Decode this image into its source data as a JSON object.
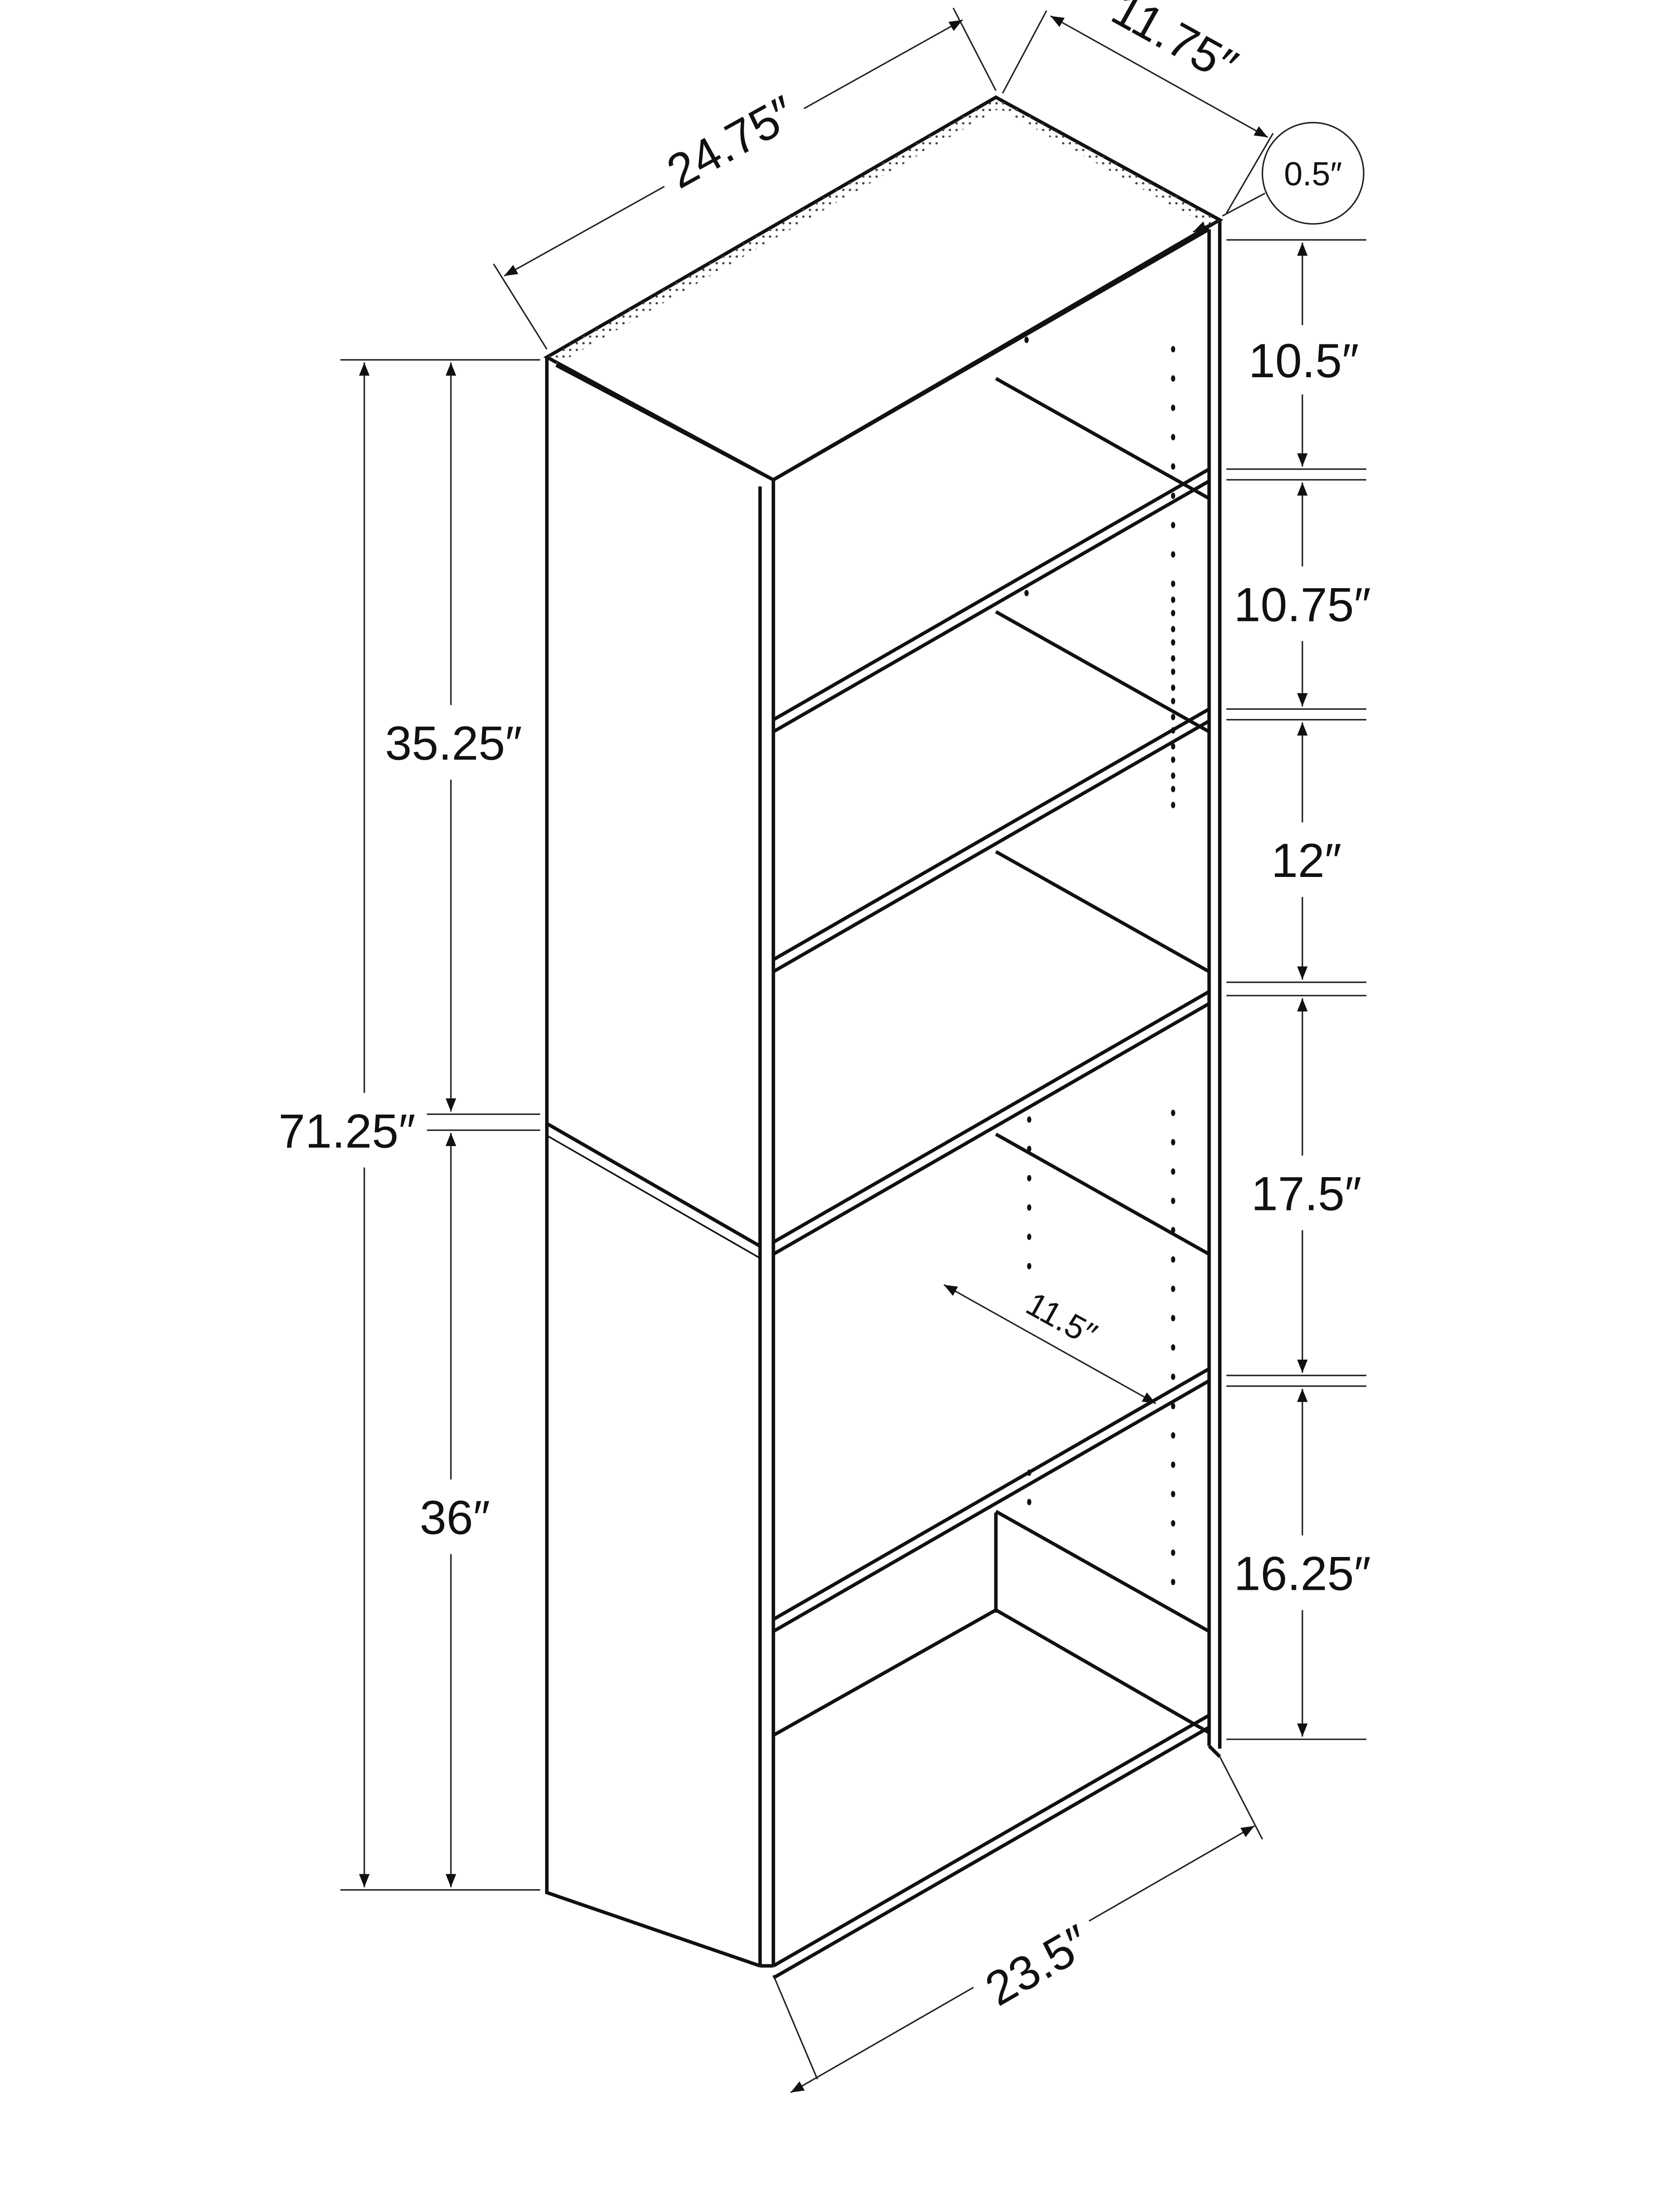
{
  "dimensions": {
    "overall_width": "24.75″",
    "overall_depth": "11.75″",
    "panel_thickness": "0.5″",
    "overall_height": "71.25″",
    "upper_section_height": "35.25″",
    "lower_section_height": "36″",
    "shelf_gap_1": "10.5″",
    "shelf_gap_2": "10.75″",
    "shelf_gap_3": "12″",
    "shelf_gap_4": "17.5″",
    "shelf_gap_5": "16.25″",
    "shelf_depth": "11.5″",
    "inner_width": "23.5″"
  },
  "colors": {
    "line": "#111111",
    "background": "#ffffff"
  }
}
